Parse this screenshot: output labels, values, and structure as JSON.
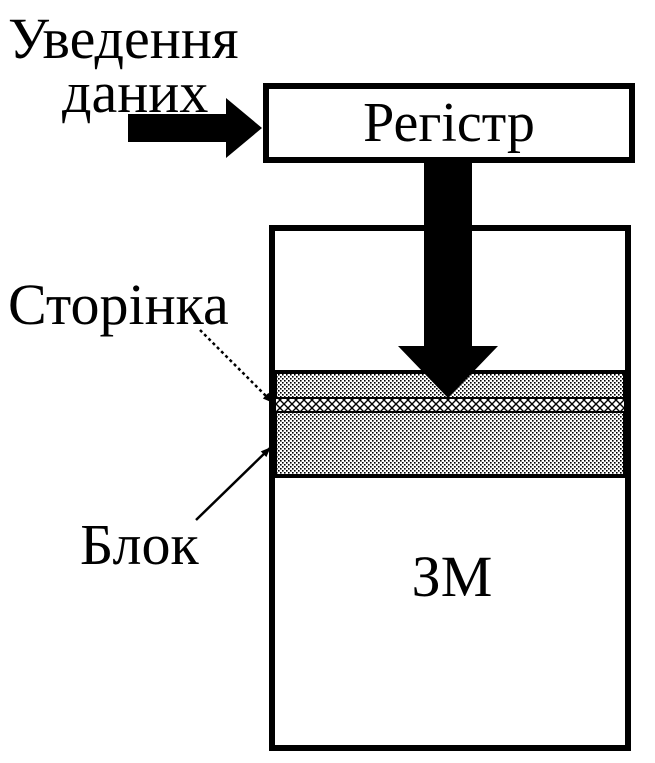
{
  "labels": {
    "data_input_line1": "Уведення",
    "data_input_line2": "даних",
    "register": "Регістр",
    "page": "Сторінка",
    "block": "Блок",
    "memory": "ЗМ"
  },
  "colors": {
    "stroke": "#000000",
    "background": "#ffffff",
    "hatch": "#000000"
  }
}
